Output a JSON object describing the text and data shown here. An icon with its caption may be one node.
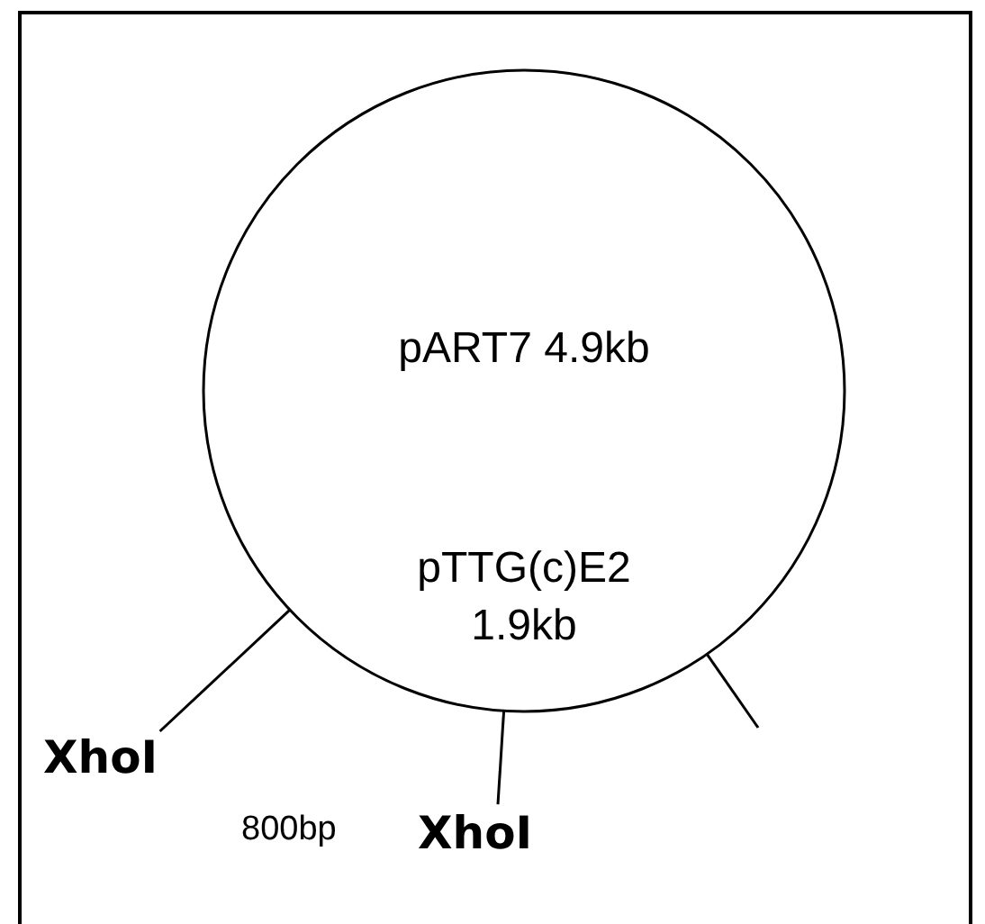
{
  "diagram": {
    "nodes": [
      {
        "text": [
          "pART7 4.9kb",
          "pTTG(c)E2 1.9kb"
        ]
      },
      {
        "text": [
          "XhoI"
        ]
      },
      {
        "text": [
          "XhoI"
        ]
      }
    ],
    "edges": [
      {
        "from": 1,
        "to": 0,
        "arrow": "none"
      },
      {
        "from": 2,
        "to": 0,
        "arrow": "none"
      },
      {
        "from": null,
        "to": 0,
        "arrow": "none"
      }
    ],
    "labels": [
      "800bp"
    ]
  }
}
